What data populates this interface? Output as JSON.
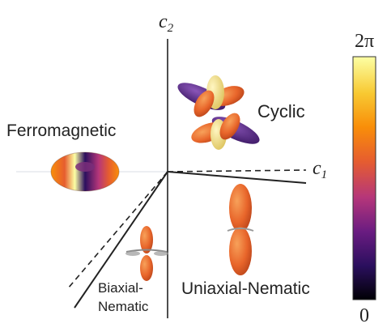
{
  "axes": {
    "c2": {
      "base": "c",
      "sub": "2"
    },
    "c1": {
      "base": "c",
      "sub": "1"
    }
  },
  "phases": {
    "ferromagnetic": "Ferromagnetic",
    "cyclic": "Cyclic",
    "biaxial_nematic_line1": "Biaxial-",
    "biaxial_nematic_line2": "Nematic",
    "uniaxial_nematic": "Uniaxial-Nematic"
  },
  "colorbar": {
    "max_label": "2π",
    "min_label": "0",
    "colormap": [
      "#000004",
      "#2b0f5e",
      "#6a1c81",
      "#b5367a",
      "#e65d2f",
      "#f98e09",
      "#f8c932",
      "#fcffa4"
    ]
  },
  "colors": {
    "lobe_orange": "#e8652a",
    "lobe_purple": "#5a2b8a",
    "lobe_yellow": "#f3e07a",
    "axis": "#222222"
  }
}
